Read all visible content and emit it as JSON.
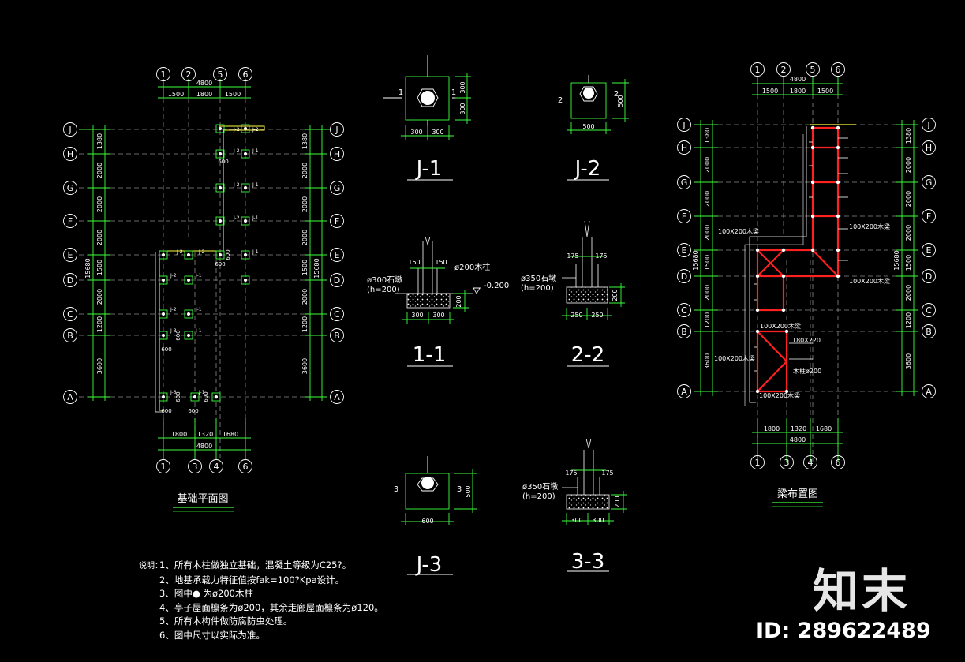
{
  "grid_axes_x_top": [
    "1",
    "2",
    "5",
    "6"
  ],
  "grid_axes_x_bottom": [
    "1",
    "3",
    "4",
    "6"
  ],
  "grid_axes_y": [
    "J",
    "H",
    "G",
    "F",
    "E",
    "D",
    "C",
    "B",
    "A"
  ],
  "plan_top_dims": {
    "total": "4800",
    "parts": [
      "1500",
      "1800",
      "1500"
    ]
  },
  "plan_bottom_dims": {
    "total": "4800",
    "parts": [
      "1800",
      "1320",
      "1680"
    ]
  },
  "plan_side_dims": [
    "1380",
    "2000",
    "2000",
    "2000",
    "1500",
    "2000",
    "1200",
    "3600"
  ],
  "plan_side_total": "15680",
  "foundation_plan_title": "基础平面图",
  "beam_plan_title": "梁布置图",
  "tags": {
    "j1": "J-1",
    "j2": "J-2",
    "j3": "J-3",
    "j2b": "J-2",
    "j3b": "J-3"
  },
  "plan_small_dims": {
    "d600a": "600",
    "d600b": "600",
    "d600c": "600",
    "d600d": "600",
    "d600e": "600",
    "d600f": "600",
    "d600g": "600",
    "d600h": "600",
    "d600i": "600",
    "d600j": "600"
  },
  "details": {
    "j1": {
      "title": "J-1",
      "dims": [
        "300",
        "300",
        "300",
        "300"
      ],
      "cut": "1"
    },
    "j2": {
      "title": "J-2",
      "dims": [
        "500",
        "500"
      ],
      "cut": "2"
    },
    "j3": {
      "title": "J-3",
      "dims": [
        "600",
        "500"
      ],
      "cut": "3"
    },
    "s11": {
      "title": "1-1",
      "col": "ø200木柱",
      "top1": "150",
      "top2": "150",
      "base1": "ø300石墩",
      "base2": "(h=200)",
      "bot1": "300",
      "bot2": "300",
      "h": "200",
      "level": "-0.200"
    },
    "s22": {
      "title": "2-2",
      "top1": "175",
      "top2": "175",
      "base1": "ø350石墩",
      "base2": "(h=200)",
      "bot1": "250",
      "bot2": "250",
      "h": "200"
    },
    "s33": {
      "title": "3-3",
      "top1": "175",
      "top2": "175",
      "base1": "ø350石墩",
      "base2": "(h=200)",
      "bot1": "300",
      "bot2": "300",
      "h": "200"
    }
  },
  "beam_labels": {
    "b1": "100X200木梁",
    "b2": "100X200木梁",
    "b3": "100X200木梁",
    "b4": "100X200木梁",
    "b5": "100X200木梁",
    "b6": "180X220",
    "b7": "100X200木梁",
    "b8": "木柱ø200"
  },
  "notes": {
    "head": "说明：",
    "items": [
      "1、所有木柱做独立基础，混凝土等级为C25?。",
      "2、地基承载力特征值按fak=100?Kpa设计。",
      "3、图中● 为ø200木柱",
      "4、亭子屋面檩条为ø200，其余走廊屋面檩条为ø120。",
      "5、所有木构件做防腐防虫处理。",
      "6、图中尺寸以实际为准。"
    ]
  },
  "watermark": {
    "logo": "知末",
    "id": "ID: 289622489"
  },
  "colors": {
    "axis": "#3cff3c",
    "text": "#ffffff",
    "beam": "#ff2020",
    "wall": "#ffff40",
    "grid": "#8a8a8a"
  }
}
